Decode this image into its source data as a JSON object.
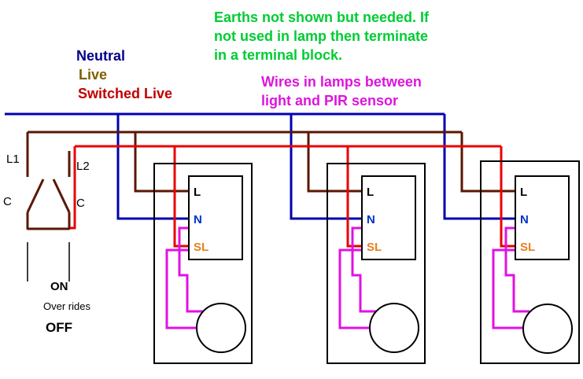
{
  "colors": {
    "background": "#ffffff",
    "neutral_wire": "#0000b0",
    "live_wire": "#5a1700",
    "switched_live_wire": "#ea0000",
    "lamp_wire_magenta": "#e211e2",
    "note_green": "#00cc33",
    "note_magenta": "#dd14dd",
    "legend_neutral": "#00008b",
    "legend_live": "#7f6000",
    "legend_switched_live": "#c00000",
    "terminal_n": "#0033cc",
    "terminal_sl": "#e8801e",
    "outline": "#000000"
  },
  "legend": {
    "neutral": "Neutral",
    "live": "Live",
    "switched_live": "Switched Live"
  },
  "notes": {
    "earth": {
      "line1": "Earths not shown but needed. If",
      "line2": "not used in lamp then terminate",
      "line3": "in a terminal block."
    },
    "lamp_wires": {
      "line1": "Wires in lamps between",
      "line2": "light and PIR sensor"
    }
  },
  "switch": {
    "l1": "L1",
    "l2": "L2",
    "c_left": "C",
    "c_right": "C",
    "on": "ON",
    "override": "Over rides",
    "off": "OFF"
  },
  "lamps": [
    {
      "terminals": {
        "live": "L",
        "neutral": "N",
        "switched_live": "SL"
      }
    },
    {
      "terminals": {
        "live": "L",
        "neutral": "N",
        "switched_live": "SL"
      }
    },
    {
      "terminals": {
        "live": "L",
        "neutral": "N",
        "switched_live": "SL"
      }
    }
  ]
}
